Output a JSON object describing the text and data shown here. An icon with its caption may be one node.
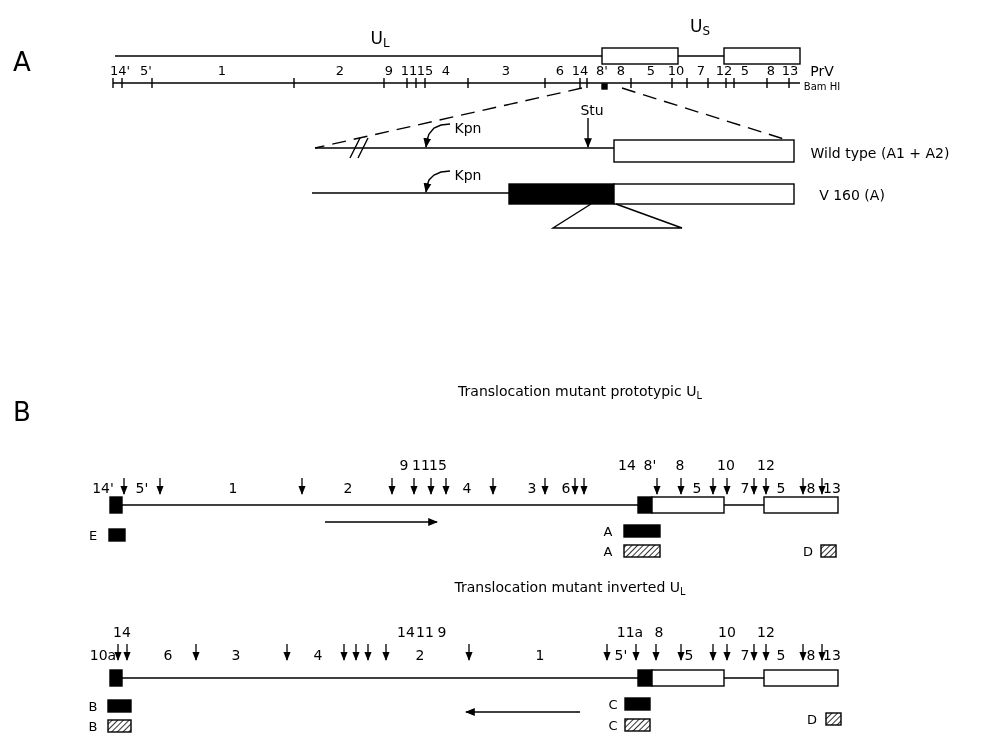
{
  "diagram": {
    "nodes": [
      {
        "text": [],
        "shape": "bar"
      },
      {
        "text": [
          "Stu"
        ]
      },
      {
        "text": [
          "Kpn"
        ]
      },
      {
        "text": [],
        "shape": "bar",
        "beside": [
          "Wild type (A1 + A2)"
        ]
      },
      {
        "text": [
          "Kpn"
        ]
      },
      {
        "text": [],
        "shape": "bar",
        "beside": [
          "V 160 (A)"
        ]
      }
    ],
    "edges": [
      {
        "from": 0,
        "to": 3,
        "arrow": "none",
        "style": "dashed"
      },
      {
        "from": 0,
        "to": 3,
        "arrow": "none",
        "style": "dashed"
      },
      {
        "from": 1,
        "to": 3,
        "arrow": "to"
      },
      {
        "from": 2,
        "to": 3,
        "arrow": "to"
      },
      {
        "from": 4,
        "to": 5,
        "arrow": "to"
      }
    ],
    "labels": [
      "A",
      "U$_{L}$",
      "U$_{S}$",
      "14'",
      "5'",
      "1",
      "2",
      "9",
      "11",
      "15",
      "4",
      "3",
      "6",
      "14",
      "8'",
      "8",
      "5",
      "10",
      "7",
      "12",
      "5",
      "8",
      "13",
      "PrV",
      "Bam HI",
      "B",
      "Translocation mutant prototypic U$_{L}$",
      "9",
      "11",
      "15",
      "14",
      "8'",
      "8",
      "10",
      "12",
      "14'",
      "5'",
      "1",
      "2",
      "4",
      "3",
      "6",
      "5",
      "7",
      "5",
      "8",
      "13",
      "E",
      "A",
      "A",
      "D",
      "Translocation mutant inverted U$_{L}$",
      "14",
      "14",
      "11",
      "9",
      "11a",
      "8",
      "10",
      "12",
      "10a",
      "6",
      "3",
      "4",
      "2",
      "1",
      "5'",
      "5",
      "7",
      "5",
      "8",
      "13",
      "B",
      "B",
      "C",
      "C",
      "D"
    ]
  }
}
